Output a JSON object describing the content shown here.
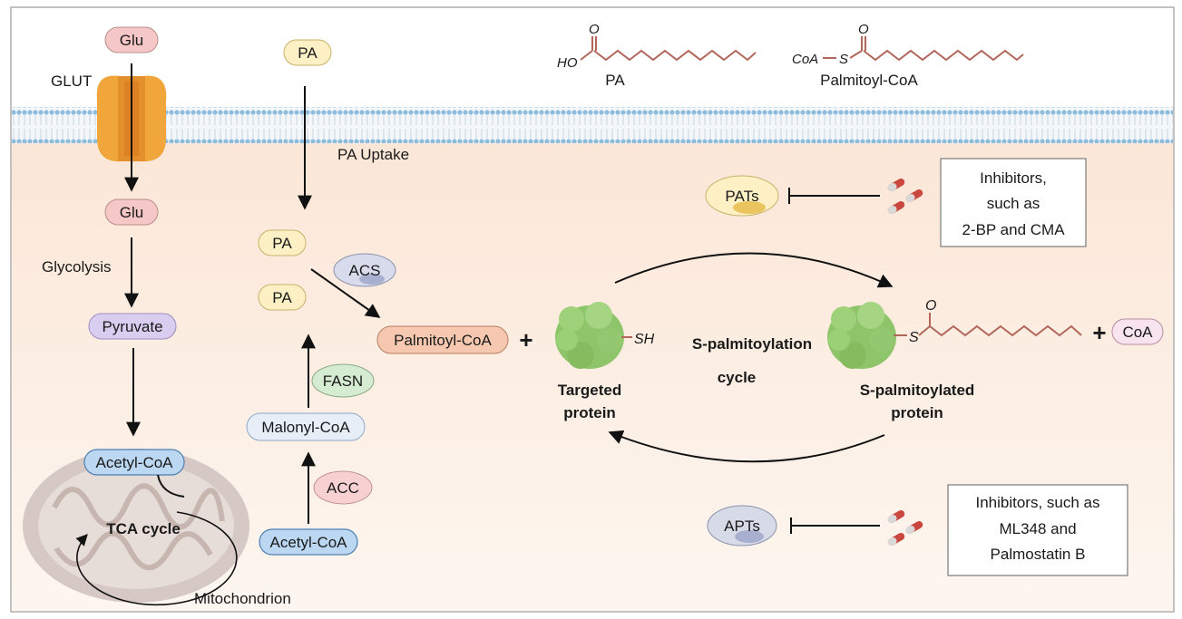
{
  "labels": {
    "glu_top": "Glu",
    "glut": "GLUT",
    "glu_inside": "Glu",
    "glycolysis": "Glycolysis",
    "pyruvate": "Pyruvate",
    "acetyl_coa_mito": "Acetyl-CoA",
    "tca_cycle": "TCA cycle",
    "mitochondrion": "Mitochondrion",
    "pa_outside": "PA",
    "pa_uptake": "PA Uptake",
    "pa_inside_1": "PA",
    "pa_inside_2": "PA",
    "acs": "ACS",
    "fasn": "FASN",
    "malonyl_coa": "Malonyl-CoA",
    "acc": "ACC",
    "acetyl_coa_cyto": "Acetyl-CoA",
    "palmitoyl_coa_pill": "Palmitoyl-CoA",
    "plus_1": "+",
    "sh_group": "SH",
    "targeted_protein_line1": "Targeted",
    "targeted_protein_line2": "protein",
    "cycle_line1": "S-palmitoylation",
    "cycle_line2": "cycle",
    "s_atom": "S",
    "o_atom_protein": "O",
    "plus_2": "+",
    "coa_pill": "CoA",
    "palmitoylated_line1": "S-palmitoylated",
    "palmitoylated_line2": "protein",
    "pats": "PATs",
    "apts": "APTs",
    "inhibitors_top_line1": "Inhibitors,",
    "inhibitors_top_line2": "such as",
    "inhibitors_top_line3": "2-BP and CMA",
    "inhibitors_bottom_line1": "Inhibitors, such as",
    "inhibitors_bottom_line2": "ML348 and",
    "inhibitors_bottom_line3": "Palmostatin B",
    "struct_pa_ho": "HO",
    "struct_pa_o": "O",
    "struct_pa_name": "PA",
    "struct_coa": "CoA",
    "struct_s": "S",
    "struct_palm_o": "O",
    "struct_palm_name": "Palmitoyl-CoA"
  },
  "colors": {
    "glu": "#f6c7c7",
    "pa": "#fcf0c4",
    "pyruvate": "#d9cdf0",
    "acetyl": "#bcd7f2",
    "malonyl": "#e7eef8",
    "palmitoyl": "#f7c8b0",
    "acs": "#d7dbec",
    "fasn": "#d5ecd2",
    "acc": "#f7d1d1",
    "coa": "#f7e4ee",
    "pats": "#fcf0c4",
    "apts": "#d7dbe8",
    "cytoplasm": "#fdf0e6",
    "membrane": "#9cc6e0",
    "chain": "#b2665a",
    "protein": "#8fc56a",
    "mito": "#d6c8c4"
  },
  "icons": [
    "glut-transporter-icon",
    "mitochondrion-icon",
    "protein-icon",
    "pill-icon"
  ]
}
